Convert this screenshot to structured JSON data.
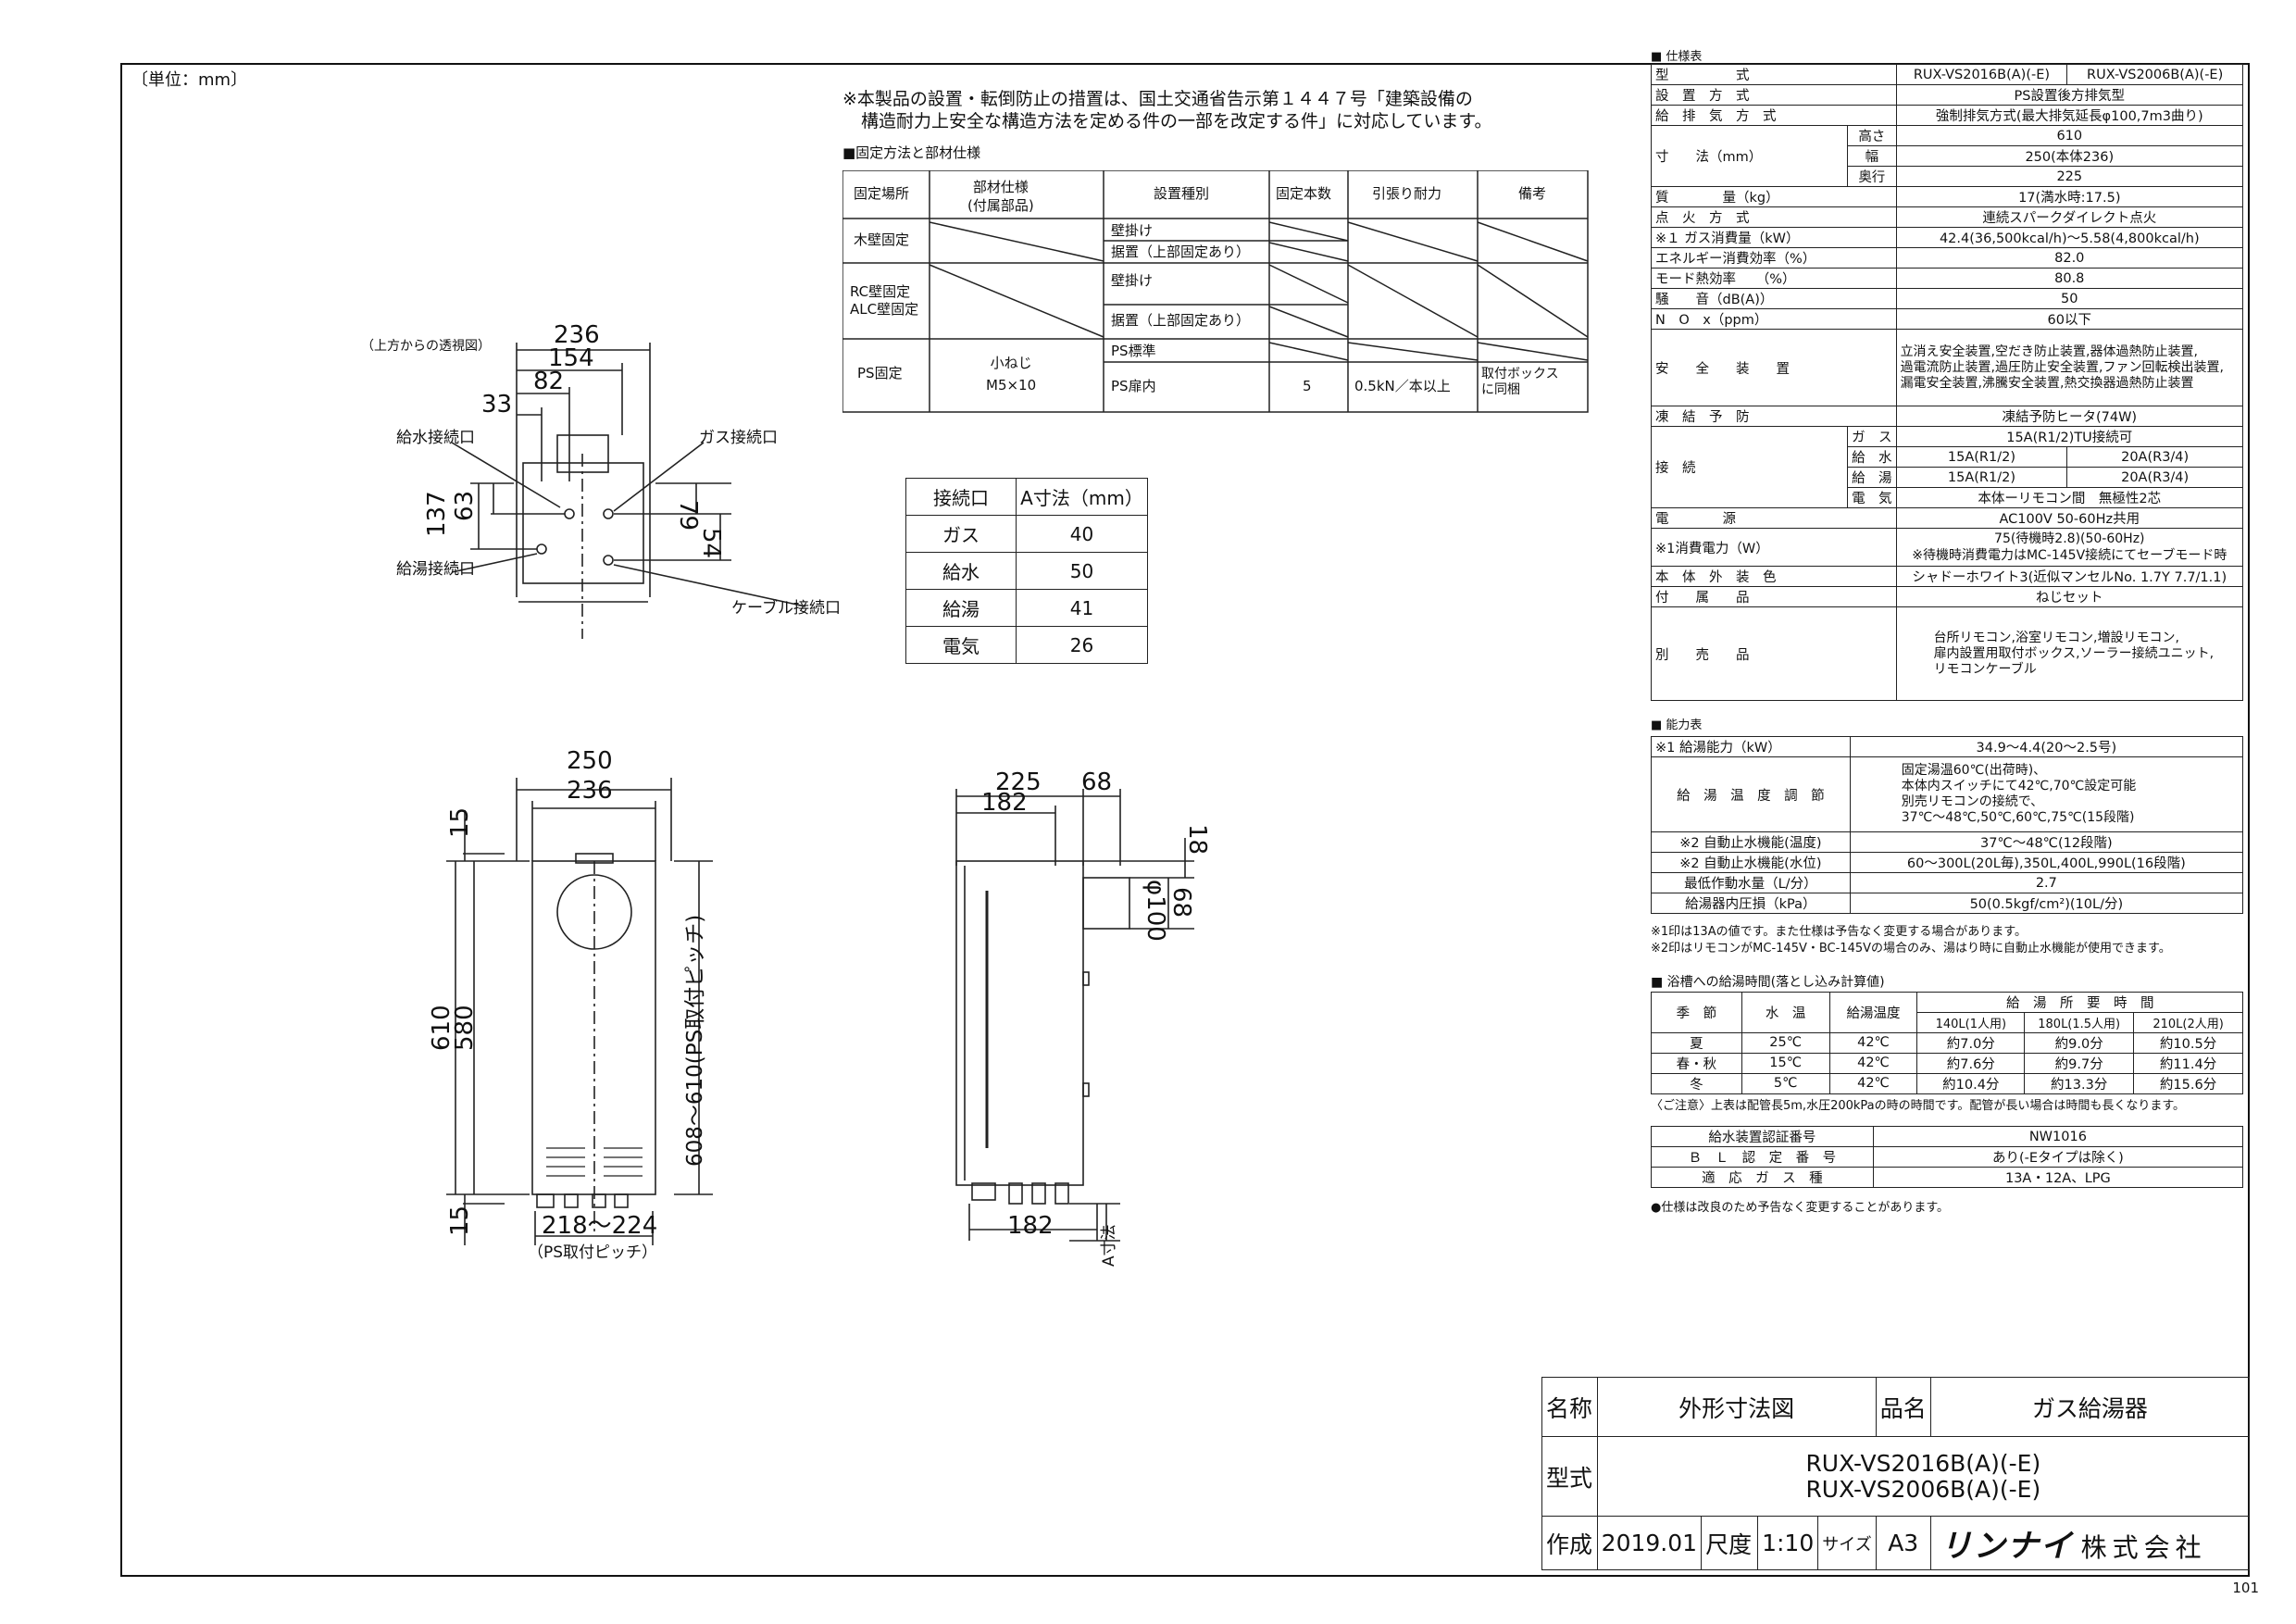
{
  "unit_note": "〔単位：mm〕",
  "notice": [
    "※本製品の設置・転倒防止の措置は、国土交通省告示第１４４７号「建築設備の",
    "構造耐力上安全な構造方法を定める件の一部を改定する件」に対応しています。"
  ],
  "fixing_section_title": "■固定方法と部材仕様",
  "fixing_table": {
    "headers": [
      "固定場所",
      "部材仕様\n(付属部品)",
      "設置種別",
      "固定本数",
      "引張り耐力",
      "備考"
    ],
    "rows": [
      {
        "place": "木壁固定",
        "types": [
          "壁掛け",
          "据置（上部固定あり）"
        ]
      },
      {
        "place": "RC壁固定\nALC壁固定",
        "types": [
          "壁掛け",
          "据置（上部固定あり）"
        ]
      },
      {
        "place": "PS固定",
        "parts": "小ねじ\nM5×10",
        "types": [
          "PS標準",
          "PS扉内"
        ],
        "count": "5",
        "strength": "0.5kN／本以上",
        "remarks": "取付ボックス\nに同梱"
      }
    ]
  },
  "connection_table": {
    "headers": [
      "接続口",
      "A寸法（mm）"
    ],
    "rows": [
      [
        "ガス",
        "40"
      ],
      [
        "給水",
        "50"
      ],
      [
        "給湯",
        "41"
      ],
      [
        "電気",
        "26"
      ]
    ]
  },
  "top_view": {
    "caption": "（上方からの透視図）",
    "labels": {
      "water_in": "給水接続口",
      "hot_out": "給湯接続口",
      "gas": "ガス接続口",
      "cable": "ケーブル接続口"
    },
    "dims": [
      "236",
      "154",
      "82",
      "33",
      "137",
      "63",
      "79",
      "54"
    ]
  },
  "front_view": {
    "dims": [
      "250",
      "236",
      "15",
      "610",
      "580",
      "608～610(PS取付ピッチ)",
      "15",
      "218～224"
    ],
    "pitch_note": "（PS取付ピッチ）"
  },
  "side_view": {
    "dims": [
      "225",
      "68",
      "182",
      "18",
      "φ100",
      "68",
      "182",
      "A寸法"
    ]
  },
  "spec_title": "■ 仕様表",
  "spec": {
    "model_label": "型　　　　　式",
    "models": [
      "RUX-VS2016B(A)(-E)",
      "RUX-VS2006B(A)(-E)"
    ],
    "rows": [
      [
        "設　置　方　式",
        "PS設置後方排気型"
      ],
      [
        "給　排　気　方　式",
        "強制排気方式(最大排気延長φ100,7m3曲り)"
      ]
    ],
    "size_label": "寸　　法（mm）",
    "size_rows": [
      [
        "高さ",
        "610"
      ],
      [
        "幅",
        "250(本体236)"
      ],
      [
        "奥行",
        "225"
      ]
    ],
    "rows2": [
      [
        "質　　　　量（kg）",
        "17(満水時:17.5)"
      ],
      [
        "点　火　方　式",
        "連続スパークダイレクト点火"
      ],
      [
        "※１ ガス消費量（kW）",
        "42.4(36,500kcal/h)～5.58(4,800kcal/h)"
      ],
      [
        "エネルギー消費効率（%）",
        "82.0"
      ],
      [
        "モード熱効率　　（%）",
        "80.8"
      ],
      [
        "騒　　音（dB(A)）",
        "50"
      ],
      [
        "N　O　x（ppm）",
        "60以下"
      ]
    ],
    "safety_label": "安　　全　　装　　置",
    "safety_value": [
      "立消え安全装置,空だき防止装置,器体過熱防止装置,",
      "過電流防止装置,過圧防止安全装置,ファン回転検出装置,",
      "漏電安全装置,沸騰安全装置,熱交換器過熱防止装置"
    ],
    "freeze_label": "凍　結　予　防",
    "freeze_value": "凍結予防ヒータ(74W)",
    "connect_label": "接　続",
    "connect_rows": [
      {
        "k": "ガ　ス",
        "v": "15A(R1/2)TU接続可"
      },
      {
        "k": "給　水",
        "a": "15A(R1/2)",
        "b": "20A(R3/4)"
      },
      {
        "k": "給　湯",
        "a": "15A(R1/2)",
        "b": "20A(R3/4)"
      },
      {
        "k": "電　気",
        "v": "本体ーリモコン間　無極性2芯"
      }
    ],
    "power_label": "電　　　　源",
    "power_value": "AC100V 50-60Hz共用",
    "consumption_label": "※1消費電力（W）",
    "consumption_value": [
      "75(待機時2.8)(50-60Hz)",
      "※待機時消費電力はMC-145V接続にてセーブモード時"
    ],
    "color_label": "本　体　外　装　色",
    "color_value": "シャドーホワイト3(近似マンセルNo. 1.7Y 7.7/1.1)",
    "accessory_label": "付　　属　　品",
    "accessory_value": "ねじセット",
    "sold_label": "別　　売　　品",
    "sold_value": [
      "台所リモコン,浴室リモコン,増設リモコン,",
      "扉内設置用取付ボックス,ソーラー接続ユニット,",
      "リモコンケーブル"
    ]
  },
  "perf_title": "■ 能力表",
  "perf": {
    "capacity": [
      "※1 給湯能力（kW）",
      "34.9～4.4(20～2.5号)"
    ],
    "temp_label": "給　湯　温　度　調　節",
    "temp_value": [
      "固定湯温60℃(出荷時)、",
      "本体内スイッチにて42℃,70℃設定可能",
      "別売リモコンの接続で、",
      "37℃～48℃,50℃,60℃,75℃(15段階)"
    ],
    "rows": [
      [
        "※2 自動止水機能(温度)",
        "37℃～48℃(12段階)"
      ],
      [
        "※2 自動止水機能(水位)",
        "60～300L(20L毎),350L,400L,990L(16段階)"
      ],
      [
        "最低作動水量（L/分）",
        "2.7"
      ],
      [
        "給湯器内圧損（kPa）",
        "50(0.5kgf/cm²)(10L/分)"
      ]
    ],
    "notes": [
      "※1印は13Aの値です。また仕様は予告なく変更する場合があります。",
      "※2印はリモコンがMC-145V・BC-145Vの場合のみ、湯はり時に自動止水機能が使用できます。"
    ]
  },
  "bath_title": "■ 浴槽への給湯時間(落とし込み計算値)",
  "bath": {
    "headers": [
      "季　節",
      "水　温",
      "給湯温度",
      "給　湯　所　要　時　間"
    ],
    "sub_headers": [
      "140L(1人用)",
      "180L(1.5人用)",
      "210L(2人用)"
    ],
    "rows": [
      [
        "夏",
        "25℃",
        "42℃",
        "約7.0分",
        "約9.0分",
        "約10.5分"
      ],
      [
        "春・秋",
        "15℃",
        "42℃",
        "約7.6分",
        "約9.7分",
        "約11.4分"
      ],
      [
        "冬",
        "5℃",
        "42℃",
        "約10.4分",
        "約13.3分",
        "約15.6分"
      ]
    ],
    "note": "〈ご注意〉上表は配管長5m,水圧200kPaの時の時間です。配管が長い場合は時間も長くなります。"
  },
  "cert": [
    [
      "給水装置認証番号",
      "NW1016"
    ],
    [
      "Ｂ　Ｌ　認　定　番　号",
      "あり(-Eタイプは除く)"
    ],
    [
      "適　応　ガ　ス　種",
      "13A・12A、LPG"
    ]
  ],
  "footnote": "●仕様は改良のため予告なく変更することがあります。",
  "title_block": {
    "name_label": "名称",
    "name_value": "外形寸法図",
    "product_label": "品名",
    "product_value": "ガス給湯器",
    "model_label": "型式",
    "model_values": [
      "RUX-VS2016B(A)(-E)",
      "RUX-VS2006B(A)(-E)"
    ],
    "made_label": "作成",
    "date": "2019.01",
    "scale_label": "尺度",
    "scale": "1:10",
    "size_label": "サイズ",
    "size": "A3",
    "company": "リンナイ",
    "company_suffix": "株式会社"
  },
  "page_number": "101"
}
